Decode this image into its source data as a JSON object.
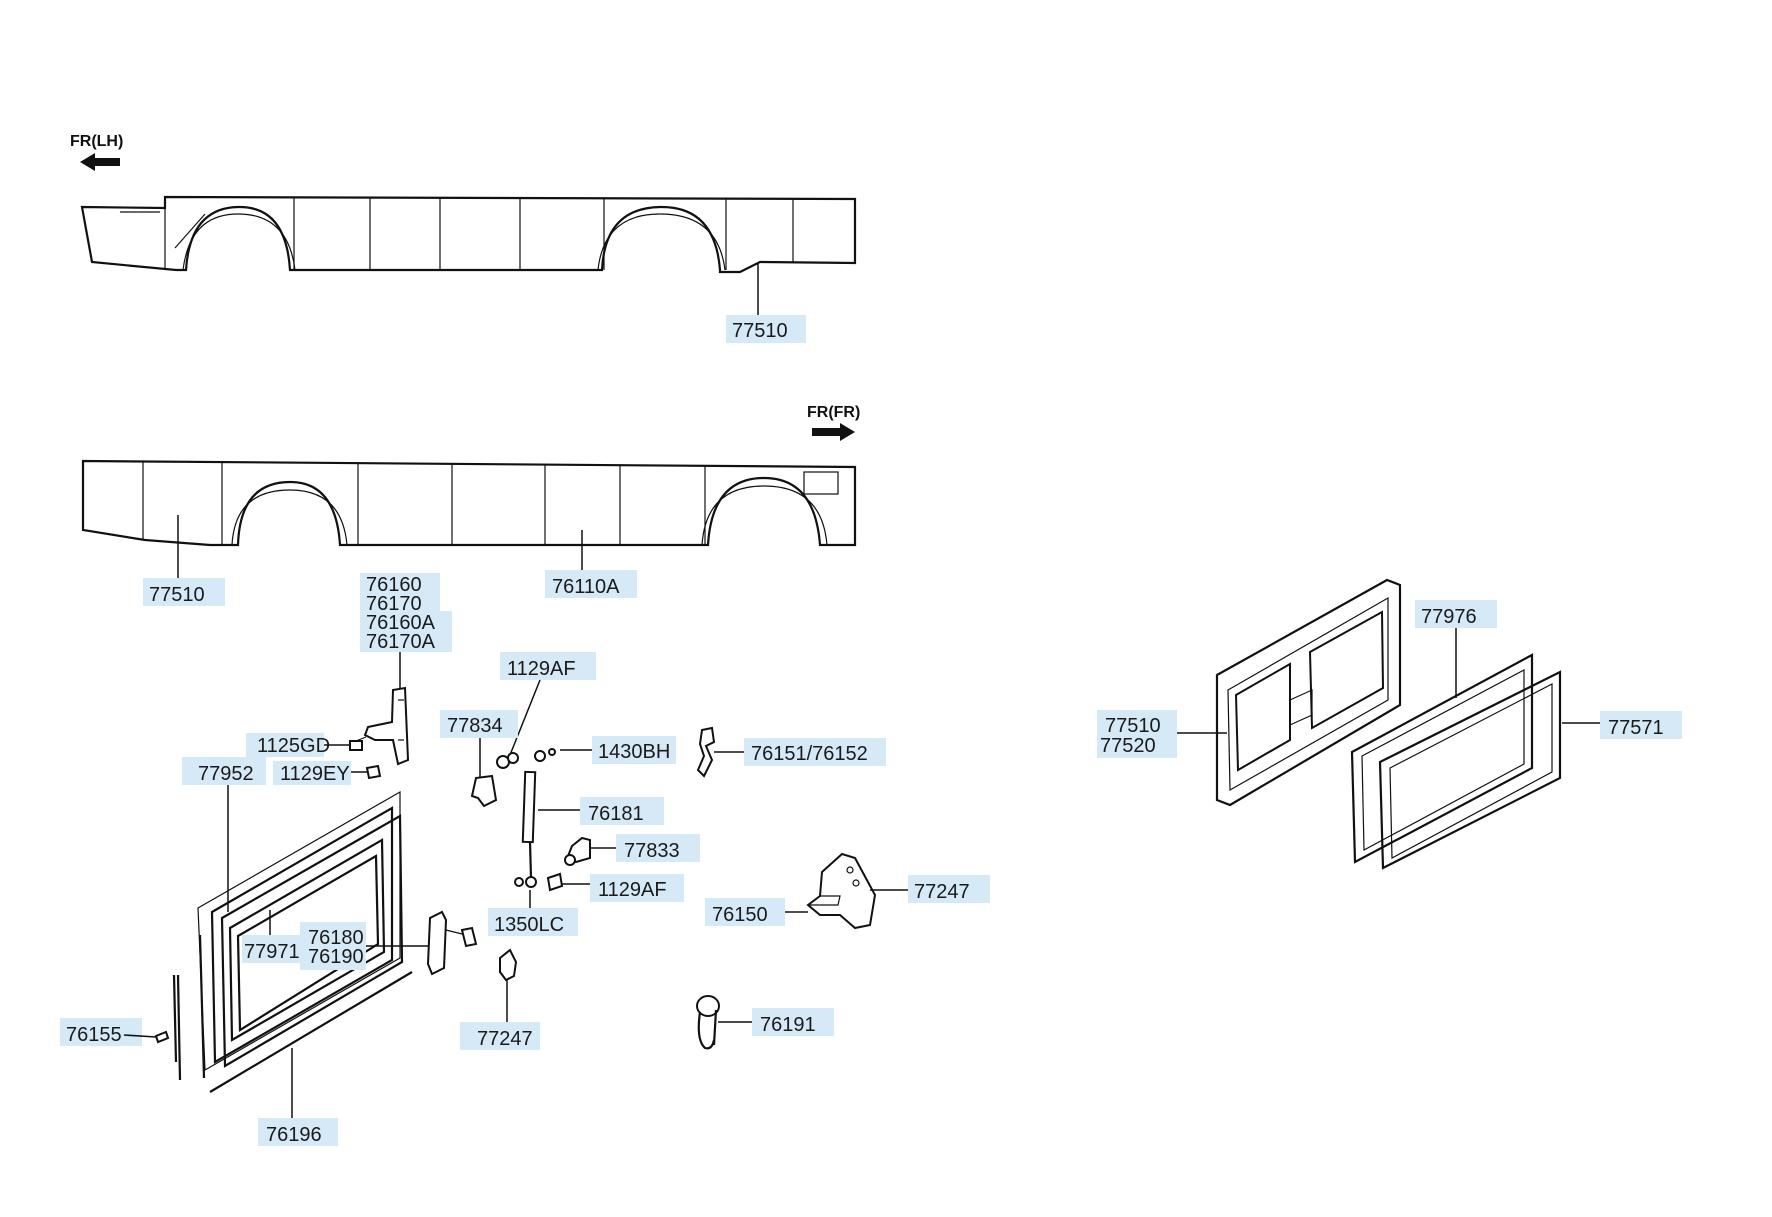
{
  "direction_markers": {
    "lh": "FR(LH)",
    "rh": "FR(FR)"
  },
  "labels": {
    "p77510_top": "77510",
    "p77510_mid": "77510",
    "p76110A": "76110A",
    "p76160": "76160",
    "p76170": "76170",
    "p76160A": "76160A",
    "p76170A": "76170A",
    "p1129AF_top": "1129AF",
    "p77834": "77834",
    "p1430BH": "1430BH",
    "p76151_76152": "76151/76152",
    "p1125GD": "1125GD",
    "p1129EY": "1129EY",
    "p77952": "77952",
    "p76181": "76181",
    "p77833": "77833",
    "p1129AF_bot": "1129AF",
    "p1350LC": "1350LC",
    "p77247_right": "77247",
    "p76150": "76150",
    "p77971": "77971",
    "p76180": "76180",
    "p76190": "76190",
    "p77247_bot": "77247",
    "p76191": "76191",
    "p76155": "76155",
    "p76196": "76196",
    "p77976": "77976",
    "p77510_right": "77510",
    "p77520": "77520",
    "p77571": "77571"
  }
}
